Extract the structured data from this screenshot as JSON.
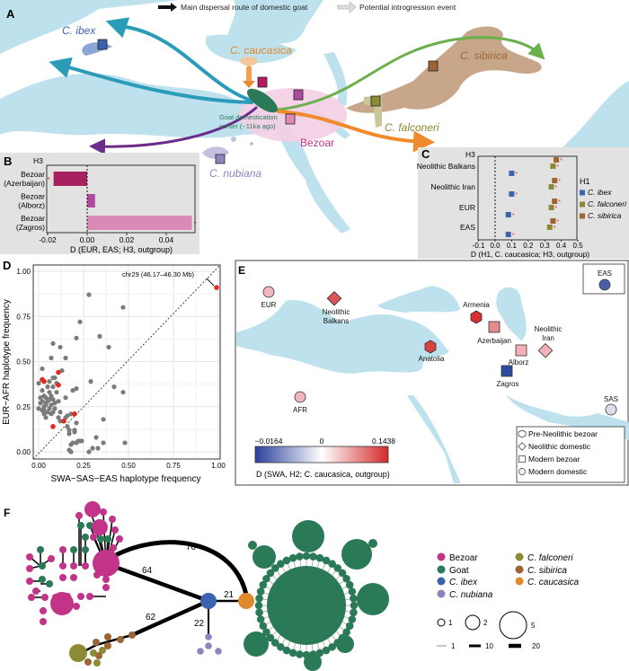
{
  "panels": {
    "a": "A",
    "b": "B",
    "c": "C",
    "d": "D",
    "e": "E",
    "f": "F"
  },
  "panel_a": {
    "legend_main": "Main dispersal route of domestic goat",
    "legend_introgression": "Potential introgression event",
    "labels": {
      "ibex": "C. ibex",
      "caucasica": "C. caucasica",
      "sibirica": "C. sibirica",
      "falconeri": "C. falconeri",
      "bezoar": "Bezoar",
      "nubiana": "C. nubiana",
      "domestication_1": "Goat domestication",
      "domestication_2": "center (~11ka ago)"
    }
  },
  "colors": {
    "ibex": "#3b63b0",
    "falconeri": "#8c8a34",
    "sibirica": "#9c6534",
    "caucasica": "#e0892c",
    "goat": "#2b7a57",
    "bezoar": "#c2338a",
    "nubiana": "#8d84c0",
    "sea": "#bde2ee",
    "signif": "#e53030"
  },
  "chart_data": [
    {
      "id": "B",
      "type": "bar",
      "orientation": "horizontal",
      "ytitle": "H3",
      "categories": [
        [
          "Bezoar",
          "(Azerbaijan)"
        ],
        [
          "Bezoar",
          "(Alborz)"
        ],
        [
          "Bezoar",
          "(Zagros)"
        ]
      ],
      "values": [
        -0.017,
        0.004,
        0.053
      ],
      "significant": [
        true,
        false,
        true
      ],
      "bar_colors": [
        "#a8215f",
        "#b04a9e",
        "#d98ab6"
      ],
      "xticks": [
        "-0.02",
        "0.00",
        "0.02",
        "0.04"
      ],
      "xtick_values": [
        -0.02,
        0,
        0.02,
        0.04
      ],
      "xlabel": "D (EUR, EAS; H3, outgroup)",
      "xlim": [
        -0.02,
        0.055
      ]
    },
    {
      "id": "C",
      "type": "scatter",
      "ytitle": "H3",
      "categories": [
        "Neolithic Balkans",
        "Neolithic Iran",
        "EUR",
        "EAS"
      ],
      "legend_title": "H1",
      "series": [
        {
          "name": "C. ibex",
          "values": [
            0.1,
            0.1,
            0.08,
            0.08
          ]
        },
        {
          "name": "C. falconeri",
          "values": [
            0.35,
            0.34,
            0.34,
            0.33
          ]
        },
        {
          "name": "C. sibirica",
          "values": [
            0.37,
            0.36,
            0.36,
            0.35
          ]
        }
      ],
      "all_significant": true,
      "xticks": [
        "-0.1",
        "0.0",
        "0.1",
        "0.2",
        "0.3",
        "0.4",
        "0.5"
      ],
      "xtick_values": [
        -0.1,
        0,
        0.1,
        0.2,
        0.3,
        0.4,
        0.5
      ],
      "xlabel": "D (H1, C. caucasica; H3, outgroup)",
      "xlim": [
        -0.1,
        0.5
      ],
      "legend": "right"
    },
    {
      "id": "D",
      "type": "scatter",
      "xlabel": "SWA−SAS−EAS haplotype frequency",
      "ylabel": "EUR−AFR haplotype frequency",
      "xlim": [
        0,
        1
      ],
      "ylim": [
        0,
        1
      ],
      "xticks": [
        "0.00",
        "0.25",
        "0.50",
        "0.75",
        "1.00"
      ],
      "yticks": [
        "0.00",
        "0.25",
        "0.50",
        "0.75",
        "1.00"
      ],
      "tick_values": [
        0,
        0.25,
        0.5,
        0.75,
        1
      ],
      "grid": true,
      "diagonal": true,
      "annotation": "chr29 (46.17–46.30 Mb)",
      "grey_points": [
        [
          0.28,
          0.87
        ],
        [
          0.47,
          0.8
        ],
        [
          0.23,
          0.72
        ],
        [
          0.34,
          0.64
        ],
        [
          0.21,
          0.63
        ],
        [
          0.08,
          0.6
        ],
        [
          0.39,
          0.58
        ],
        [
          0.12,
          0.58
        ],
        [
          0.07,
          0.52
        ],
        [
          0.15,
          0.52
        ],
        [
          0.02,
          0.46
        ],
        [
          0.13,
          0.45
        ],
        [
          0.29,
          0.39
        ],
        [
          0.0,
          0.38
        ],
        [
          0.09,
          0.41
        ],
        [
          0.08,
          0.41
        ],
        [
          0.06,
          0.39
        ],
        [
          0.1,
          0.38
        ],
        [
          0.05,
          0.36
        ],
        [
          0.08,
          0.36
        ],
        [
          0.42,
          0.36
        ],
        [
          0.21,
          0.35
        ],
        [
          0.19,
          0.34
        ],
        [
          0.02,
          0.34
        ],
        [
          0.47,
          0.33
        ],
        [
          0.06,
          0.33
        ],
        [
          0.1,
          0.33
        ],
        [
          0.03,
          0.31
        ],
        [
          0.07,
          0.31
        ],
        [
          0.01,
          0.3
        ],
        [
          0.04,
          0.3
        ],
        [
          0.08,
          0.29
        ],
        [
          0.15,
          0.3
        ],
        [
          0.02,
          0.28
        ],
        [
          0.05,
          0.28
        ],
        [
          0.11,
          0.28
        ],
        [
          0.01,
          0.27
        ],
        [
          0.04,
          0.26
        ],
        [
          0.07,
          0.26
        ],
        [
          0.03,
          0.25
        ],
        [
          0.06,
          0.24
        ],
        [
          0.0,
          0.24
        ],
        [
          0.09,
          0.24
        ],
        [
          0.02,
          0.23
        ],
        [
          0.05,
          0.22
        ],
        [
          0.12,
          0.22
        ],
        [
          0.03,
          0.21
        ],
        [
          0.07,
          0.21
        ],
        [
          0.18,
          0.21
        ],
        [
          0.16,
          0.2
        ],
        [
          0.04,
          0.19
        ],
        [
          0.11,
          0.19
        ],
        [
          0.15,
          0.19
        ],
        [
          0.36,
          0.18
        ],
        [
          0.12,
          0.17
        ],
        [
          0.21,
          0.16
        ],
        [
          0.16,
          0.14
        ],
        [
          0.17,
          0.12
        ],
        [
          0.2,
          0.11
        ],
        [
          0.2,
          0.12
        ],
        [
          0.17,
          0.1
        ],
        [
          0.32,
          0.08
        ],
        [
          0.23,
          0.06
        ],
        [
          0.21,
          0.05
        ],
        [
          0.19,
          0.05
        ],
        [
          0.36,
          0.05
        ],
        [
          0.48,
          0.05
        ],
        [
          0.18,
          0.04
        ],
        [
          0.17,
          0.01
        ],
        [
          0.18,
          0.0
        ],
        [
          0.3,
          0.02
        ],
        [
          0.33,
          0.02
        ],
        [
          0.28,
          0.0
        ],
        [
          0.22,
          0.06
        ],
        [
          0.24,
          0.06
        ],
        [
          0.04,
          0.27
        ],
        [
          0.06,
          0.29
        ],
        [
          0.09,
          0.27
        ],
        [
          0.03,
          0.23
        ],
        [
          0.08,
          0.22
        ]
      ],
      "red_points": [
        [
          0.99,
          0.91
        ],
        [
          0.02,
          0.4
        ],
        [
          0.03,
          0.39
        ],
        [
          0.11,
          0.44
        ],
        [
          0.11,
          0.37
        ],
        [
          0.2,
          0.21
        ],
        [
          0.14,
          0.17
        ],
        [
          0.08,
          0.14
        ]
      ]
    }
  ],
  "panel_e": {
    "sites": {
      "eur": "EUR",
      "balkans_1": "Neolithic",
      "balkans_2": "Balkans",
      "armenia": "Armenia",
      "azerbaijan": "Azerbaijan",
      "anatolia": "Anatolia",
      "iran_1": "Neolithic",
      "iran_2": "Iran",
      "alborz": "Alborz",
      "zagros": "Zagros",
      "afr": "AFR",
      "sas": "SAS",
      "eas": "EAS"
    },
    "colorbar": {
      "min": "−0.0164",
      "mid": "0",
      "max": "0.1438",
      "label": "D (SWA, H2; C. caucasica, outgroup)"
    },
    "legend": [
      "Pre-Neolithic bezoar",
      "Neolithic domestic",
      "Modern bezoar",
      "Modern domestic"
    ]
  },
  "panel_f": {
    "edge_labels": {
      "bez_cau": "70",
      "bez_ibex": "64",
      "ibex_sib": "62",
      "ibex_cau": "21",
      "ibex_nub": "22"
    },
    "legend": {
      "bezoar": "Bezoar",
      "goat": "Goat",
      "ibex": "C. ibex",
      "nubiana": "C. nubiana",
      "falconeri": "C. falconeri",
      "sibirica": "C. sibirica",
      "caucasica": "C. caucasica"
    },
    "size_legend": [
      "1",
      "2",
      "5"
    ],
    "width_legend": [
      "1",
      "10",
      "20"
    ]
  }
}
